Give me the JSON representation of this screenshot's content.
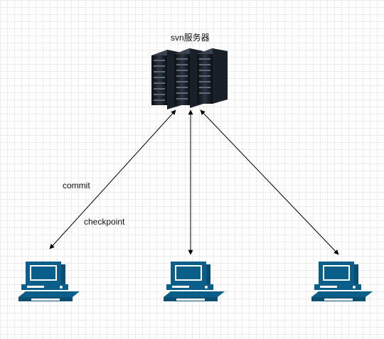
{
  "server": {
    "title": "svn服务器",
    "icon": "server-rack-icon"
  },
  "edges": {
    "commit_label": "commit",
    "checkpoint_label": "checkpoint"
  },
  "clients": [
    {
      "icon": "workstation-icon"
    },
    {
      "icon": "workstation-icon"
    },
    {
      "icon": "workstation-icon"
    }
  ]
}
